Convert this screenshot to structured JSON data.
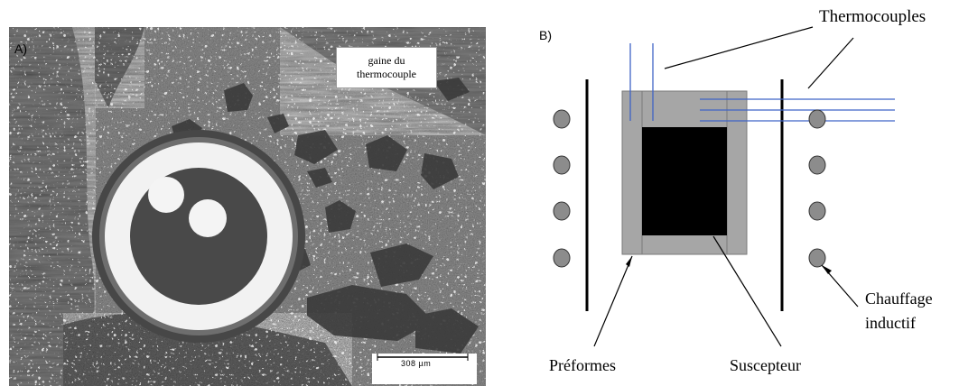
{
  "panel_a": {
    "label": "A)",
    "sheath_label_line1": "gaine du",
    "sheath_label_line2": "thermocouple",
    "scale_text": "308 µm"
  },
  "panel_b": {
    "label": "B)",
    "thermocouples_label": "Thermocouples",
    "preformes_label": "Préformes",
    "suscepteur_label": "Suscepteur",
    "heating_label_line1": "Chauffage",
    "heating_label_line2": "inductif"
  },
  "colors": {
    "thermocouple_wire": "#3f63c6",
    "preform": "#a6a6a6",
    "susceptor": "#000000",
    "coil": "#8c8c8c"
  }
}
